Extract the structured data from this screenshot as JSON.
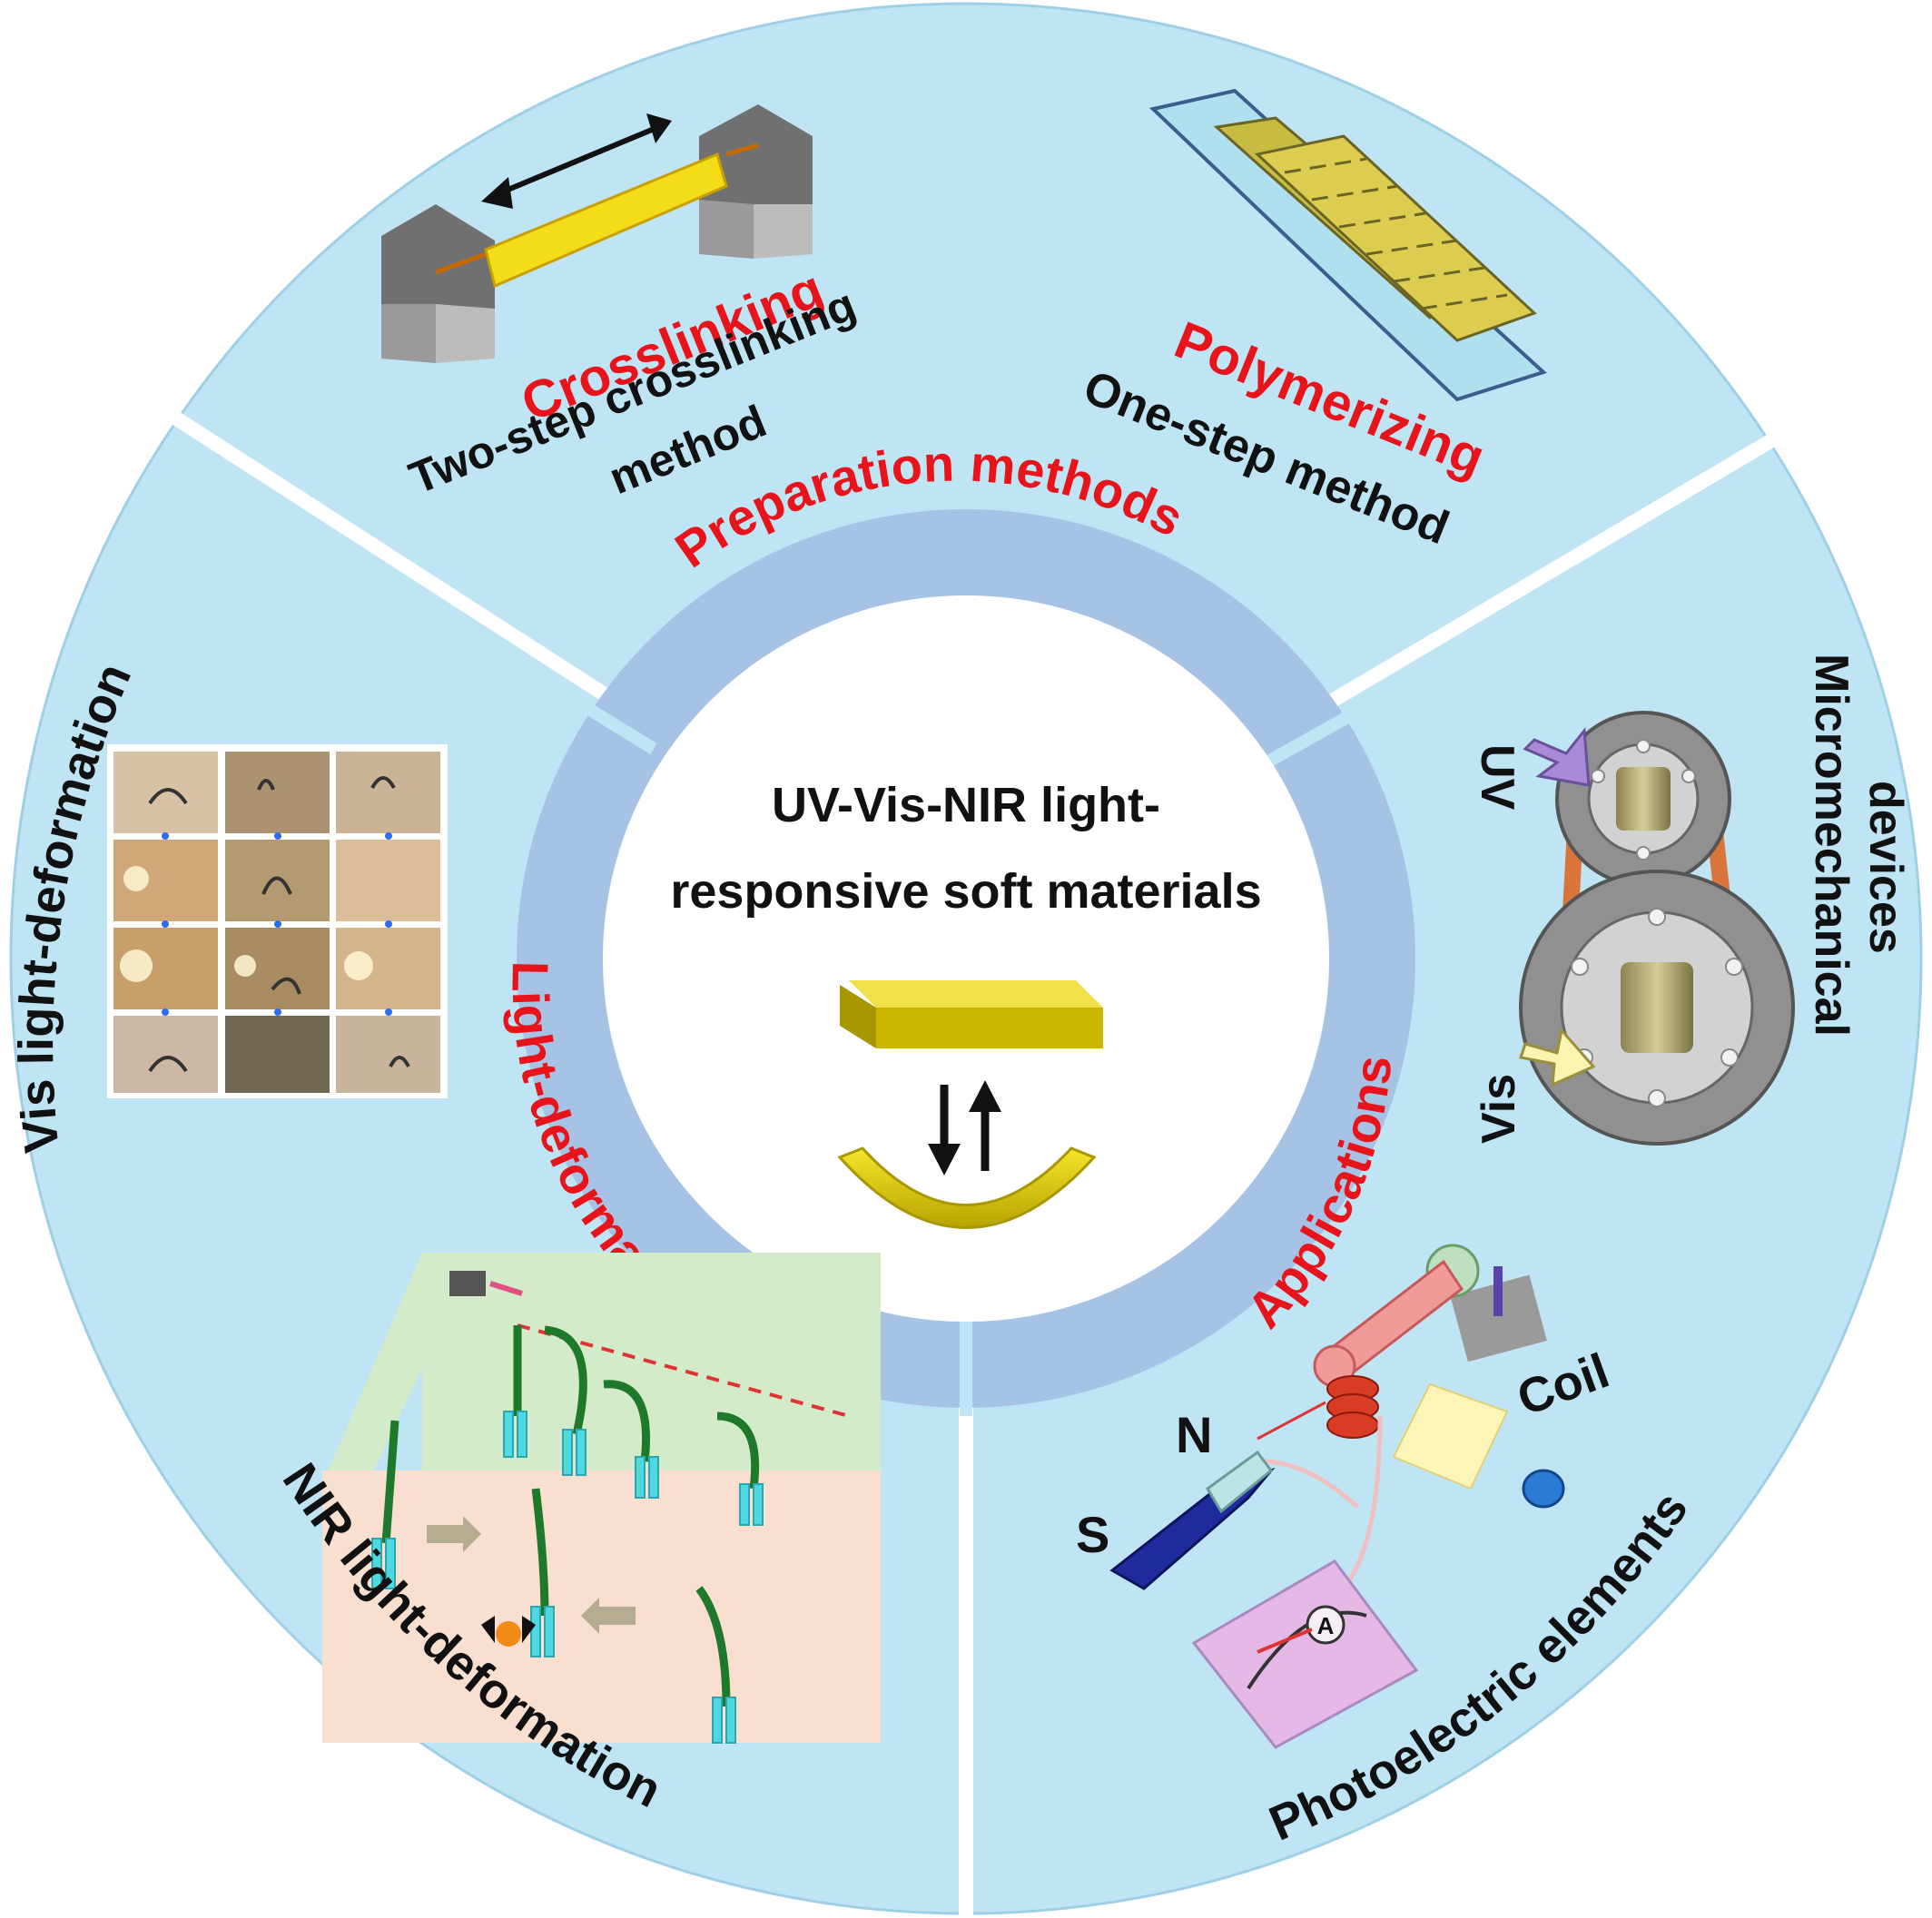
{
  "center": {
    "line1": "UV-Vis-NIR light-",
    "line2": "responsive soft materials"
  },
  "ring": {
    "preparation": "Preparation methods",
    "deformations": "Light-deformations",
    "applications": "Applications"
  },
  "outer": {
    "crosslinking_title": "Crosslinking",
    "crosslinking_sub1": "Two-step crosslinking",
    "crosslinking_sub2": "method",
    "polymerizing_title": "Polymerizing",
    "polymerizing_sub": "One-step method",
    "vis_deformation": "Vis light-deformation",
    "nir_deformation": "NIR light-deformation",
    "micromechanical_1": "Micromechanical",
    "micromechanical_2": "devices",
    "photoelectric": "Photoelectric elements"
  },
  "labels": {
    "uv": "UV",
    "vis": "Vis",
    "coil": "Coil",
    "s_pole": "S",
    "n_pole": "N",
    "ammeter": "A"
  },
  "colors": {
    "outer_disk": "#bfe5f5",
    "ring": "#a6c3e6",
    "center": "#ffffff",
    "accent_red": "#e8141b",
    "material_yellow": "#e2cf0a"
  }
}
